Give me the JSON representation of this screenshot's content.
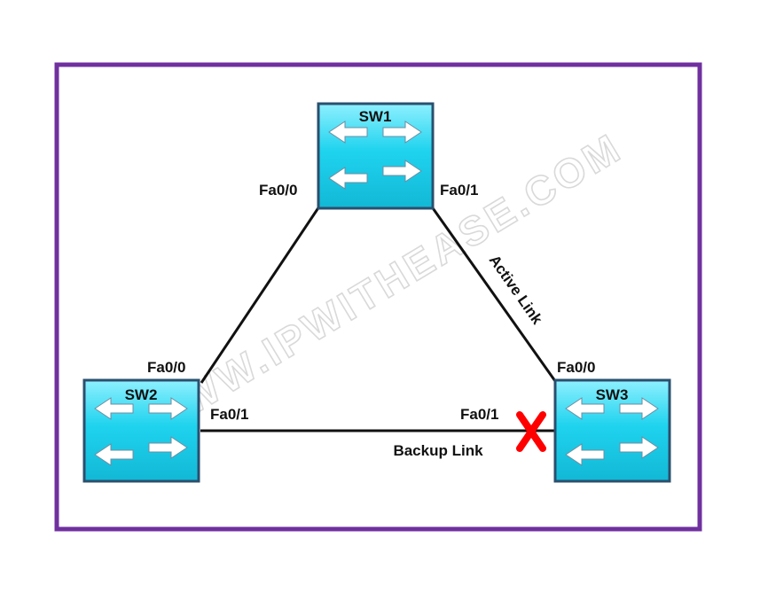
{
  "watermark": "WWW.IPWITHEASE.COM",
  "colors": {
    "frame": "#7030a0",
    "switch_fill": "#1fd3ee",
    "switch_border": "#2a4f6e",
    "link": "#111111",
    "cross": "#ff0000"
  },
  "switches": {
    "sw1": {
      "name": "SW1",
      "icon": "switch-icon"
    },
    "sw2": {
      "name": "SW2",
      "icon": "switch-icon"
    },
    "sw3": {
      "name": "SW3",
      "icon": "switch-icon"
    }
  },
  "ports": {
    "sw1_left": "Fa0/0",
    "sw1_right": "Fa0/1",
    "sw2_top": "Fa0/0",
    "sw2_right": "Fa0/1",
    "sw3_top": "Fa0/0",
    "sw3_left": "Fa0/1"
  },
  "links": {
    "active": "Active Link",
    "backup": "Backup Link",
    "blocked_icon": "blocked-x-icon"
  }
}
